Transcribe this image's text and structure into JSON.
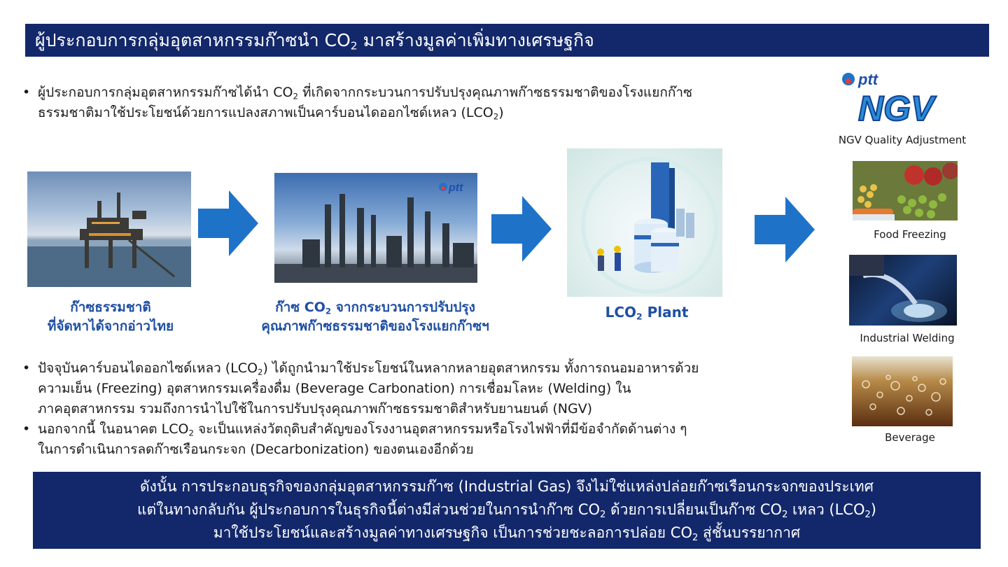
{
  "title": {
    "prefix": "ผู้ประกอบการกลุ่มอุตสาหกรรมก๊าซนำ CO",
    "sub": "2",
    "suffix": " มาสร้างมูลค่าเพิ่มทางเศรษฐกิจ"
  },
  "intro": {
    "line1_pre": "ผู้ประกอบการกลุ่มอุตสาหกรรมก๊าซได้นำ CO",
    "line1_sub": "2",
    "line1_post": " ที่เกิดจากกระบวนการปรับปรุงคุณภาพก๊าซธรรมชาติของโรงแยกก๊าซ",
    "line2_pre": "ธรรมชาติมาใช้ประโยชน์ด้วยการแปลงสภาพเป็นคาร์บอนไดออกไซด์เหลว (LCO",
    "line2_sub": "2",
    "line2_post": ")"
  },
  "flow": {
    "step1_line1": "ก๊าซธรรมชาติ",
    "step1_line2": "ที่จัดหาได้จากอ่าวไทย",
    "step2_pre": "ก๊าซ CO",
    "step2_sub": "2",
    "step2_post": " จากกระบวนการปรับปรุง",
    "step2_line2": "คุณภาพก๊าซธรรมชาติของโรงแยกก๊าซฯ",
    "step3_pre": "LCO",
    "step3_sub": "2",
    "step3_post": " Plant",
    "photo_logo": "ptt"
  },
  "applications": {
    "logo_ptt": "ptt",
    "logo_ngv": "NGV",
    "label_ngv": "NGV Quality Adjustment",
    "label_food": "Food Freezing",
    "label_welding": "Industrial Welding",
    "label_beverage": "Beverage"
  },
  "details": {
    "p1_l1_pre": "ปัจจุบันคาร์บอนไดออกไซด์เหลว (LCO",
    "p1_l1_sub": "2",
    "p1_l1_post": ") ได้ถูกนำมาใช้ประโยชน์ในหลากหลายอุตสาหกรรม ทั้งการถนอมอาหารด้วย",
    "p1_l2": "ความเย็น (Freezing)  อุตสาหกรรมเครื่องดื่ม (Beverage Carbonation)  การเชื่อมโลหะ (Welding) ใน",
    "p1_l3": "ภาคอุตสาหกรรม รวมถึงการนำไปใช้ในการปรับปรุงคุณภาพก๊าซธรรมชาติสำหรับยานยนต์ (NGV)",
    "p2_l1_pre": "นอกจากนี้ ในอนาคต LCO",
    "p2_l1_sub": "2",
    "p2_l1_post": " จะเป็นแหล่งวัตถุดิบสำคัญของโรงงานอุตสาหกรรมหรือโรงไฟฟ้าที่มีข้อจำกัดด้านต่าง ๆ",
    "p2_l2": "ในการดำเนินการลดก๊าซเรือนกระจก (Decarbonization) ของตนเองอีกด้วย"
  },
  "conclusion": {
    "l1": "ดังนั้น การประกอบธุรกิจของกลุ่มอุตสาหกรรมก๊าซ (Industrial Gas) จึงไม่ใช่แหล่งปล่อยก๊าซเรือนกระจกของประเทศ",
    "l2_a": "แต่ในทางกลับกัน  ผู้ประกอบการในธุรกิจนี้ต่างมีส่วนช่วยในการนำก๊าซ CO",
    "l2_b": " ด้วยการเปลี่ยนเป็นก๊าซ CO",
    "l2_c": " เหลว (LCO",
    "l2_d": ")",
    "l3_a": "มาใช้ประโยชน์และสร้างมูลค่าทางเศรษฐกิจ เป็นการช่วยชะลอการปล่อย CO",
    "l3_b": " สู่ชั้นบรรยากาศ",
    "sub": "2"
  },
  "colors": {
    "navy": "#13286b",
    "arrow_blue": "#1e73c8",
    "caption_blue": "#1f4fa3"
  }
}
